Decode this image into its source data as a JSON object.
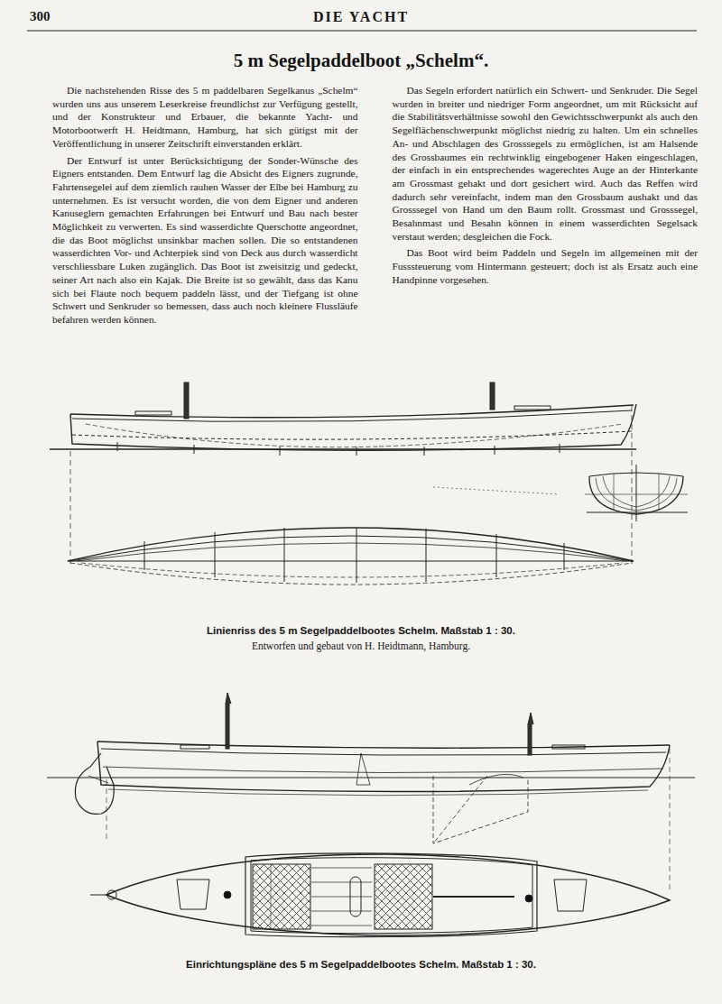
{
  "diagram": {
    "title": "5 m Segelpaddelboot „Schelm“.",
    "labels": [
      "300",
      "DIE YACHT",
      "Die nachstehenden Risse des 5 m paddelbaren Segelkanus „Schelm“ wurden uns aus unserem Leserkreise freundlichst zur Verfügung gestellt, und der Konstrukteur und Erbauer, die bekannte Yacht- und Motorbootwerft H. Heidtmann, Hamburg, hat sich gütigst mit der Veröffentlichung in unserer Zeitschrift einverstanden erklärt.",
      "Der Entwurf ist unter Berücksichtigung der Sonder-Wünsche des Eigners entstanden. Dem Entwurf lag die Absicht des Eigners zugrunde, Fahrtensegelei auf dem ziemlich rauhen Wasser der Elbe bei Hamburg zu unternehmen. Es ist versucht worden, die von dem Eigner und anderen Kanuseglern gemachten Erfahrungen bei Entwurf und Bau nach bester Möglichkeit zu verwerten. Es sind wasserdichte Querschotte angeordnet, die das Boot möglichst unsinkbar machen sollen. Die so entstandenen wasserdichten Vor- und Achterpiek sind von Deck aus durch wasserdicht verschliessbare Luken zugänglich. Das Boot ist zweisitzig und gedeckt, seiner Art nach also ein Kajak. Die Breite ist so gewählt, dass das Kanu sich bei Flaute noch bequem paddeln lässt, und der Tiefgang ist ohne Schwert und Senkruder so bemessen, dass auch noch kleinere Flussläufe befahren werden können.",
      "Das Segeln erfordert natürlich ein Schwert- und Senkruder. Die Segel wurden in breiter und niedriger Form angeordnet, um mit Rücksicht auf die Stabilitätsverhältnisse sowohl den Gewichtsschwerpunkt als auch den Segelflächenschwerpunkt möglichst niedrig zu halten. Um ein schnelles An- und Abschlagen des Grosssegels zu ermöglichen, ist am Halsende des Grossbaumes ein rechtwinklig eingebogener Haken eingeschlagen, der einfach in ein entsprechendes wagerechtes Auge an der Hinterkante am Grossmast gehakt und dort gesichert wird. Auch das Reffen wird dadurch sehr vereinfacht, indem man den Grossbaum aushakt und das Grosssegel von Hand um den Baum rollt. Grossmast und Grosssegel, Besahnmast und Besahn können in einem wasserdichten Segelsack verstaut werden; desgleichen die Fock.",
      "Das Boot wird beim Paddeln und Segeln im allgemeinen mit der Fusssteuerung vom Hintermann gesteuert; doch ist als Ersatz auch eine Handpinne vorgesehen.",
      "Linienriss des 5 m Segelpaddelbootes Schelm. Maßstab 1 : 30.",
      "Entworfen und gebaut von H. Heidtmann, Hamburg.",
      "Einrichtungspläne des 5 m Segelpaddelbootes Schelm. Maßstab 1 : 30."
    ]
  }
}
